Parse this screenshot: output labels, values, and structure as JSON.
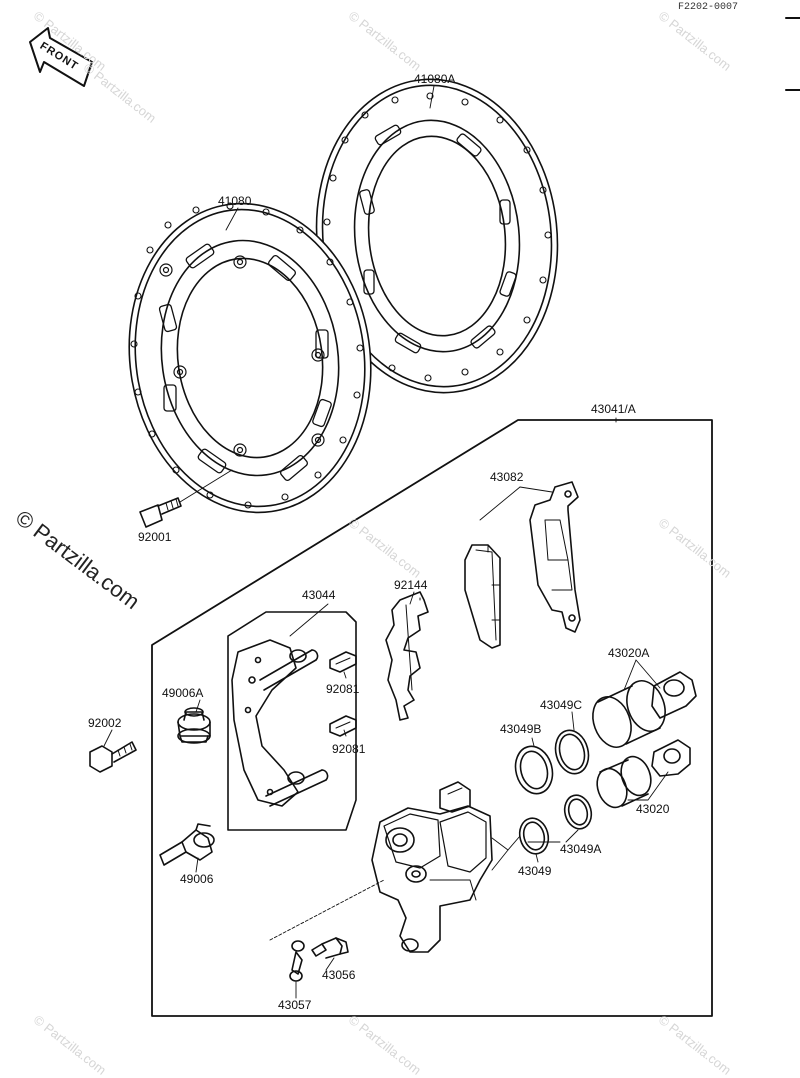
{
  "diagram": {
    "reference_code": "F2202-0007",
    "front_label": "FRONT",
    "watermark_main": "© Partzilla.com",
    "watermark_small": "© Partzilla.com",
    "parts": {
      "p41080A": "41080A",
      "p41080": "41080",
      "p43041A": "43041/A",
      "p43082": "43082",
      "p92001": "92001",
      "p43044": "43044",
      "p92144": "92144",
      "p92081a": "92081",
      "p92081b": "92081",
      "p49006A": "49006A",
      "p92002": "92002",
      "p43020A": "43020A",
      "p43049C": "43049C",
      "p43049B": "43049B",
      "p43020": "43020",
      "p43049A": "43049A",
      "p43049": "43049",
      "p49006": "49006",
      "p43056": "43056",
      "p43057": "43057"
    }
  }
}
